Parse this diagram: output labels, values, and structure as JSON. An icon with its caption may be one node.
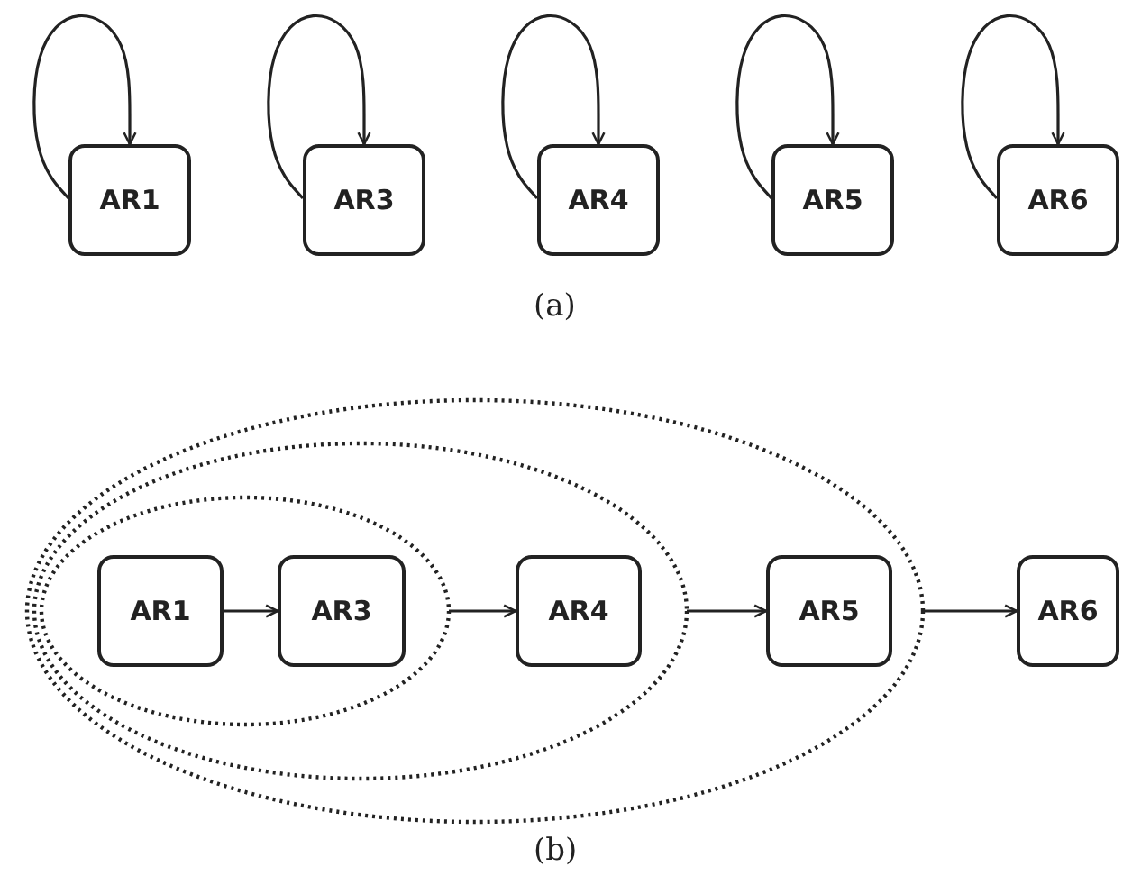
{
  "diagram": {
    "nodes": [
      {
        "text": [
          "AR1"
        ]
      },
      {
        "text": [
          "AR3"
        ]
      },
      {
        "text": [
          "AR4"
        ]
      },
      {
        "text": [
          "AR5"
        ]
      },
      {
        "text": [
          "AR6"
        ]
      },
      {
        "text": [],
        "shape": "ellipse"
      },
      {
        "text": [],
        "shape": "ellipse",
        "in": 5
      },
      {
        "text": [],
        "shape": "ellipse",
        "in": 6
      },
      {
        "text": [
          "AR1"
        ],
        "in": 7
      },
      {
        "text": [
          "AR3"
        ],
        "in": 7
      },
      {
        "text": [
          "AR4"
        ],
        "in": 6
      },
      {
        "text": [
          "AR5"
        ],
        "in": 5
      },
      {
        "text": [
          "AR6"
        ]
      }
    ],
    "edges": [
      {
        "from": 0,
        "to": 0,
        "arrow": "to"
      },
      {
        "from": 1,
        "to": 1,
        "arrow": "to"
      },
      {
        "from": 2,
        "to": 2,
        "arrow": "to"
      },
      {
        "from": 3,
        "to": 3,
        "arrow": "to"
      },
      {
        "from": 4,
        "to": 4,
        "arrow": "to"
      },
      {
        "from": 8,
        "to": 9,
        "arrow": "to"
      },
      {
        "from": 7,
        "to": 10,
        "arrow": "to"
      },
      {
        "from": 6,
        "to": 11,
        "arrow": "to"
      },
      {
        "from": 5,
        "to": 12,
        "arrow": "to"
      }
    ],
    "labels": [
      "(a)",
      "(b)"
    ]
  }
}
